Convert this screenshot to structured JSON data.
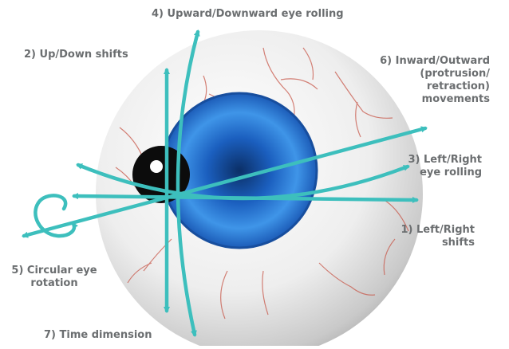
{
  "diagram": {
    "colors": {
      "arrow": "#3dbfbd",
      "label": "#6b6e70",
      "iris": "#1f6fd0",
      "sclera": "#f4f4f4",
      "vein": "#c8584a"
    },
    "labels": {
      "upward_downward_rolling": "4) Upward/Downward eye rolling",
      "up_down_shifts": "2) Up/Down shifts",
      "inward_outward": [
        "6) Inward/Outward",
        "(protrusion/",
        "retraction)",
        "movements"
      ],
      "left_right_rolling": [
        "3) Left/Right",
        "eye rolling"
      ],
      "left_right_shifts": [
        "1) Left/Right",
        "shifts"
      ],
      "circular_rotation": [
        "5) Circular eye",
        "rotation"
      ],
      "time_dimension": "7) Time dimension"
    }
  }
}
